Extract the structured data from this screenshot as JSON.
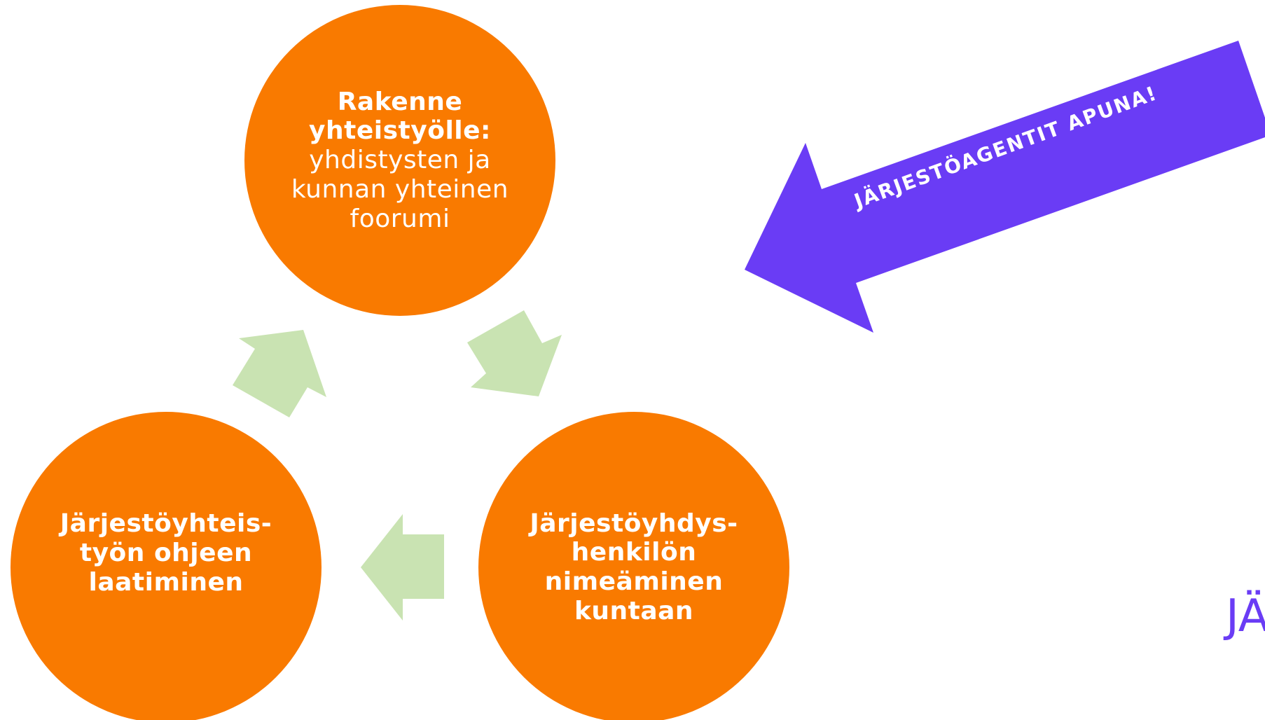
{
  "colors": {
    "circle": "#F97A00",
    "cycle_arrow": "#C9E3B2",
    "banner_arrow": "#6A3CF5",
    "text": "#FFFFFF"
  },
  "cycle": {
    "top": {
      "bold_lines": [
        "Rakenne",
        "yhteistyölle:"
      ],
      "normal_lines": [
        "yhdistysten ja",
        "kunnan yhteinen",
        "foorumi"
      ]
    },
    "right": {
      "bold_lines": [
        "Järjestöyhdys-",
        "henkilön",
        "nimeäminen",
        "kuntaan"
      ]
    },
    "left": {
      "bold_lines": [
        "Järjestöyhteis-",
        "työn ohjeen",
        "laatiminen"
      ]
    }
  },
  "banner": {
    "label": "JÄRJESTÖAGENTIT APUNA!"
  },
  "corner_fragment": {
    "text": "JÄ"
  }
}
